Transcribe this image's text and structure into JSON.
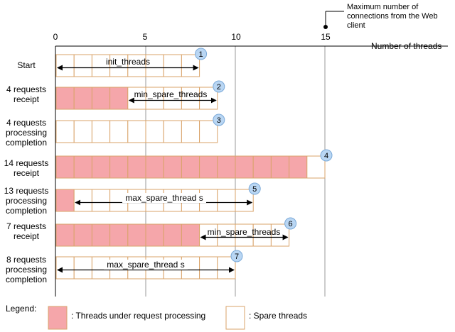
{
  "colors": {
    "busy_fill": "#f5a6aa",
    "cell_border": "#d9a36a",
    "grid_line": "#999999",
    "badge_fill": "#b9d6f3",
    "badge_stroke": "#7aa9d8"
  },
  "axis": {
    "title": "Number of threads",
    "ticks": [
      "0",
      "5",
      "10",
      "15"
    ],
    "max_label": "Maximum number of connections from the Web client"
  },
  "rows": [
    {
      "label": "Start",
      "busy": 0,
      "spare": 8,
      "badge": "1",
      "arrow": {
        "from": 0,
        "to": 8,
        "text": "init_threads"
      }
    },
    {
      "label": "4 requests receipt",
      "busy": 4,
      "spare": 5,
      "badge": "2",
      "arrow": {
        "from": 4,
        "to": 9,
        "text": "min_spare_threads"
      }
    },
    {
      "label": "4 requests processing completion",
      "busy": 0,
      "spare": 9,
      "badge": "3",
      "arrow": null
    },
    {
      "label": "14 requests receipt",
      "busy": 14,
      "spare": 1,
      "badge": "4",
      "arrow": null
    },
    {
      "label": "13 requests processing completion",
      "busy": 1,
      "spare": 10,
      "badge": "5",
      "arrow": {
        "from": 1,
        "to": 11,
        "text": "max_spare_thread s"
      }
    },
    {
      "label": "7 requests receipt",
      "busy": 8,
      "spare": 5,
      "badge": "6",
      "arrow": {
        "from": 8,
        "to": 13,
        "text": "min_spare_threads"
      }
    },
    {
      "label": "8 requests processing completion",
      "busy": 0,
      "spare": 10,
      "badge": "7",
      "arrow": {
        "from": 0,
        "to": 10,
        "text": "max_spare_thread s"
      }
    }
  ],
  "legend": {
    "title": "Legend:",
    "busy_text": ": Threads under request processing",
    "spare_text": ": Spare threads"
  }
}
